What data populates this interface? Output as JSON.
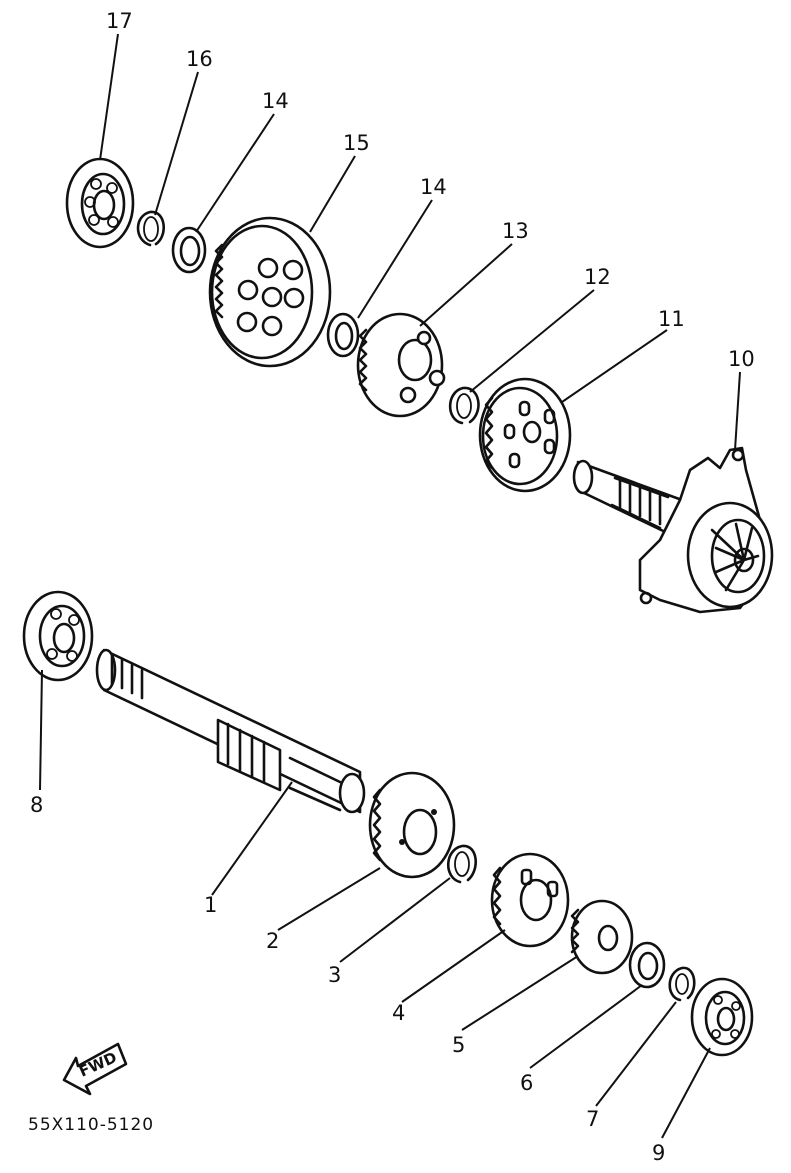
{
  "diagram": {
    "code": "55X110-5120",
    "fwd_label": "FWD",
    "callouts": [
      "1",
      "2",
      "3",
      "4",
      "5",
      "6",
      "7",
      "8",
      "9",
      "10",
      "11",
      "12",
      "13",
      "14",
      "14",
      "15",
      "16",
      "17"
    ]
  },
  "parts": {
    "main_axle": "1",
    "gear_2": "2",
    "circlip_3": "3",
    "gear_4": "4",
    "gear_5": "5",
    "washer_6": "6",
    "circlip_7": "7",
    "bearing_8": "8",
    "bearing_9": "9",
    "drive_axle_10": "10",
    "gear_11": "11",
    "circlip_12": "12",
    "gear_13": "13",
    "washer_14a": "14",
    "washer_14b": "14",
    "gear_15": "15",
    "circlip_16": "16",
    "bearing_17": "17"
  },
  "colors": {
    "ink": "#111111",
    "paper": "#ffffff"
  }
}
